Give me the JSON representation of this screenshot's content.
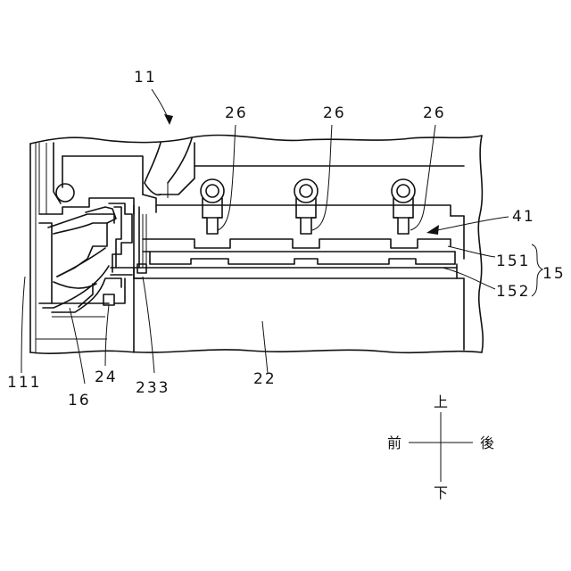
{
  "labels": {
    "assembly": "11",
    "nozzle_a": "26",
    "nozzle_b": "26",
    "nozzle_c": "26",
    "arrow_41": "41",
    "plate_151": "151",
    "plate_152": "152",
    "group_15": "15",
    "ref_111": "111",
    "ref_16": "16",
    "ref_24": "24",
    "ref_233": "233",
    "ref_22": "22"
  },
  "directions": {
    "up": "上",
    "down": "下",
    "front": "前",
    "back": "後"
  }
}
